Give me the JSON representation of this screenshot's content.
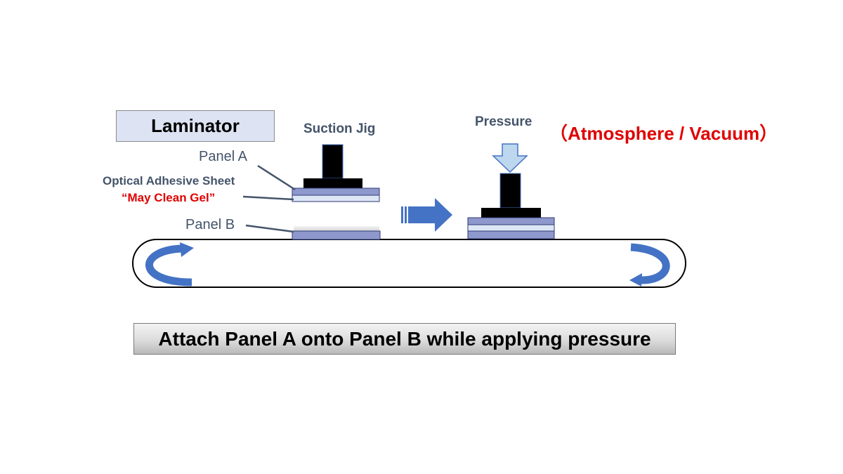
{
  "title_box": "Laminator",
  "labels": {
    "suction_jig": "Suction Jig",
    "panel_a": "Panel A",
    "optical_adhesive_sheet": "Optical Adhesive Sheet",
    "product_name": "“May Clean Gel”",
    "panel_b": "Panel B",
    "pressure": "Pressure",
    "environment": "（Atmosphere / Vacuum）"
  },
  "caption": "Attach Panel A onto Panel B while applying pressure",
  "colors": {
    "text_gray": "#44546a",
    "accent_red": "#e00000",
    "arrow_blue": "#4472c4",
    "pressure_arrow_fill": "#bdd7ee",
    "panel_purple": "#8e98cc",
    "adhesive_light": "#dde6f5",
    "jig_black": "#000000"
  }
}
